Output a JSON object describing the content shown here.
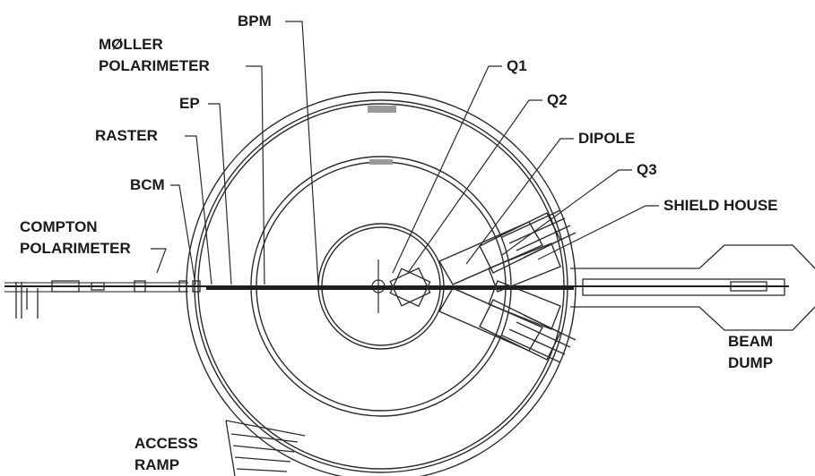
{
  "labels": {
    "bpm": "BPM",
    "moller_line1": "MØLLER",
    "moller_line2": "POLARIMETER",
    "ep": "EP",
    "raster": "RASTER",
    "bcm": "BCM",
    "compton_line1": "COMPTON",
    "compton_line2": "POLARIMETER",
    "q1": "Q1",
    "q2": "Q2",
    "dipole": "DIPOLE",
    "q3": "Q3",
    "shield_house": "SHIELD HOUSE",
    "beam_line1": "BEAM",
    "beam_line2": "DUMP",
    "access_line1": "ACCESS",
    "access_line2": "RAMP"
  },
  "colors": {
    "ink": "#2b2b2b",
    "text": "#1a1a1a",
    "shield_gray": "#9a9a9a"
  }
}
